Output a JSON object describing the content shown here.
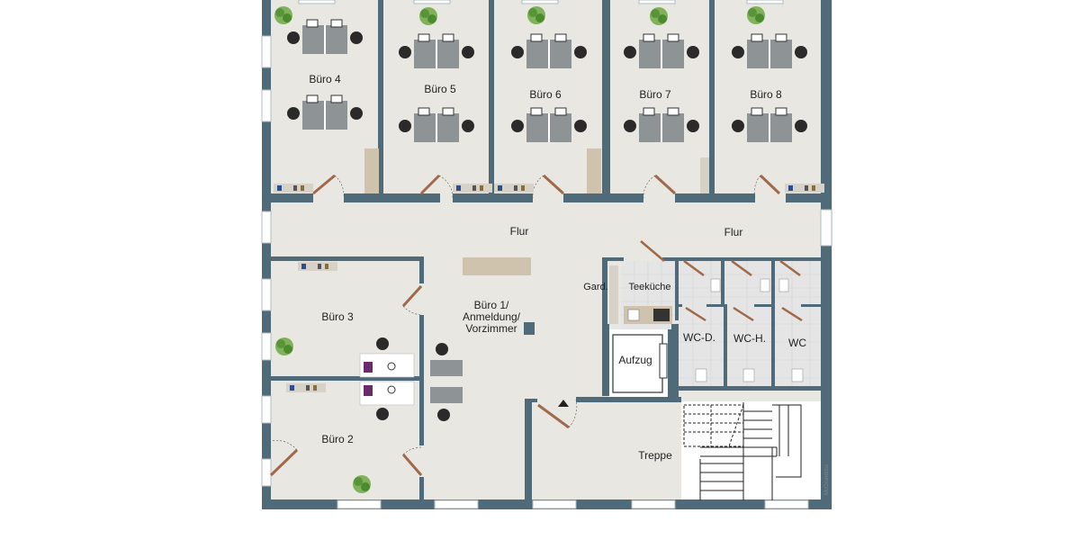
{
  "plan": {
    "rooms": {
      "buero4": "Büro 4",
      "buero5": "Büro 5",
      "buero6": "Büro 6",
      "buero7": "Büro 7",
      "buero8": "Büro 8",
      "buero3": "Büro 3",
      "buero2": "Büro 2",
      "buero1_line1": "Büro 1/",
      "buero1_line2": "Anmeldung/",
      "buero1_line3": "Vorzimmer",
      "flur_left": "Flur",
      "flur_right": "Flur",
      "gard": "Gard.",
      "teekueche": "Teeküche",
      "wc_d": "WC-D.",
      "wc_h": "WC-H.",
      "wc": "WC",
      "aufzug": "Aufzug",
      "treppe": "Treppe"
    },
    "watermark": "McGrundriss",
    "colors": {
      "wall": "#4f6a78",
      "floor": "#e9e7e1",
      "tile": "#e5e6e6",
      "stair": "#ffffff",
      "wood": "#cfc3ae",
      "plant": "#6aa84f",
      "door": "#a0694a"
    }
  }
}
